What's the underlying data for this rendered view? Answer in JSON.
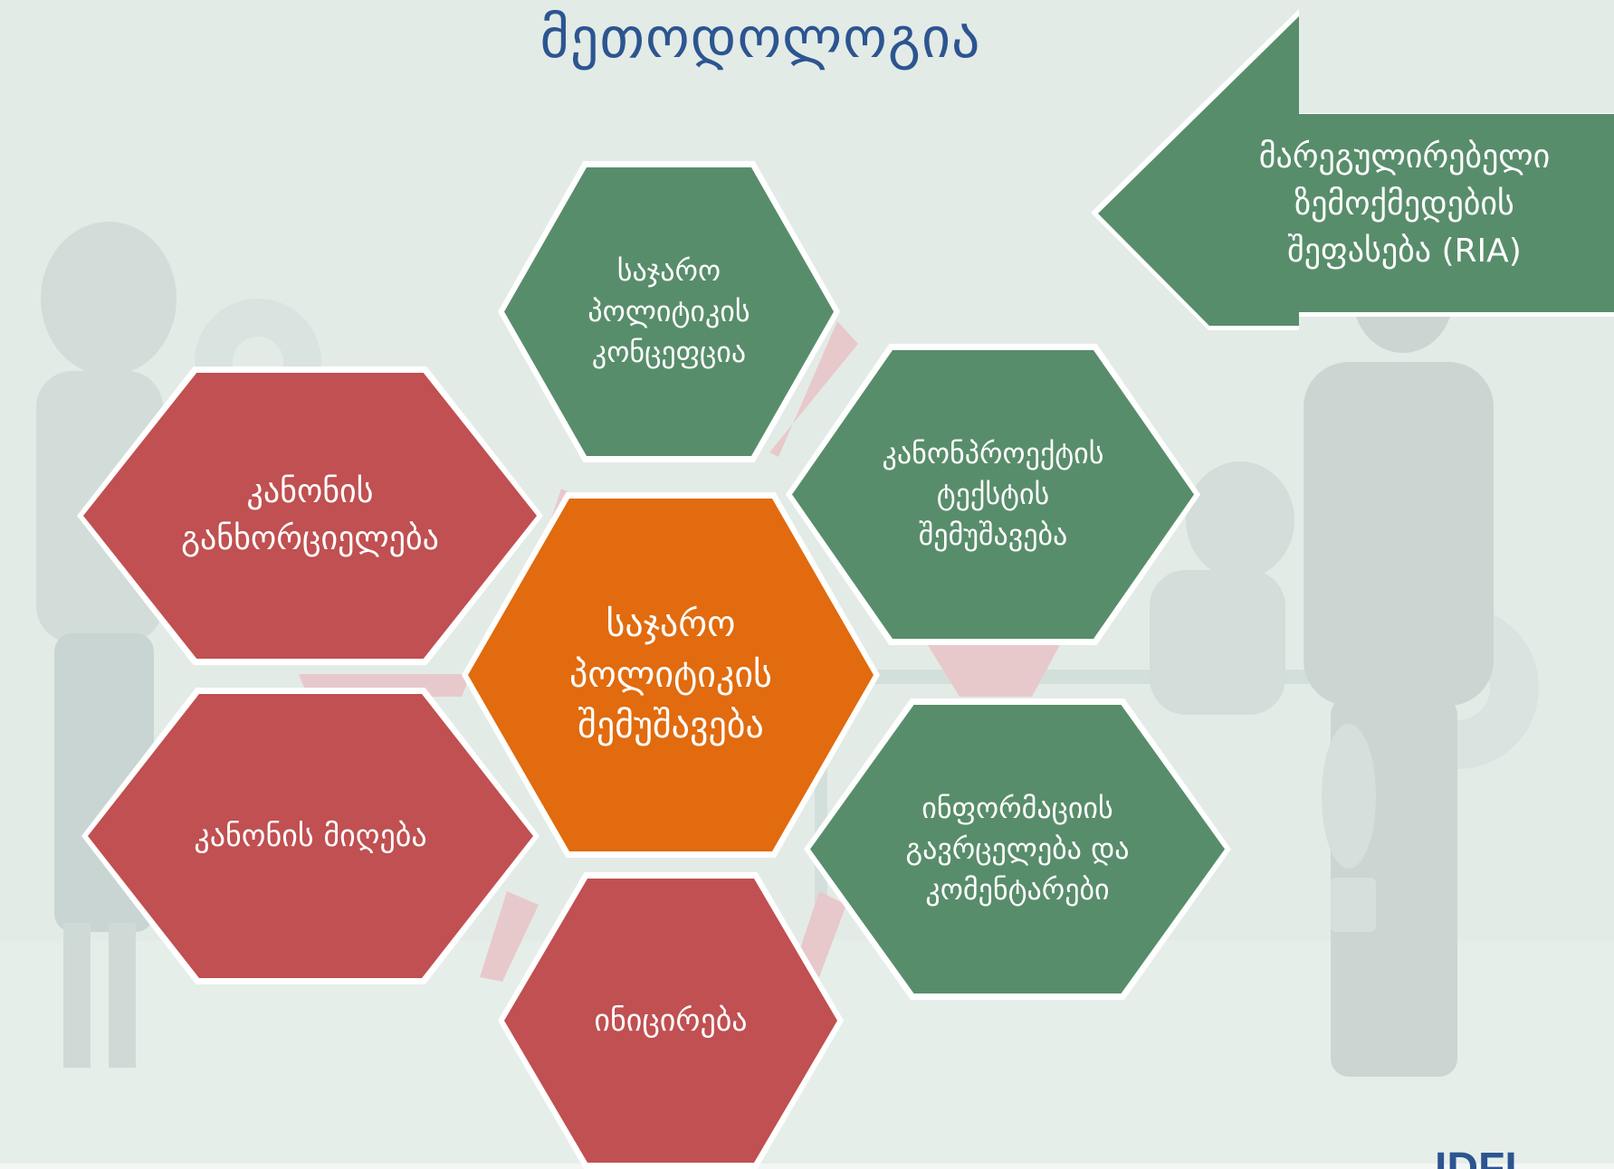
{
  "title": "მეთოდოლოგია",
  "arrow": {
    "lines": [
      "მარეგულირებელი",
      "ზემოქმედების",
      "შეფასება (RIA)"
    ],
    "color": "#588d6b"
  },
  "center": {
    "lines": [
      "საჯარო",
      "პოლიტიკის",
      "შემუშავება"
    ],
    "color": "#e16b0e"
  },
  "cycle": [
    {
      "lines": [
        "საჯარო",
        "პოლიტიკის",
        "კონცეფცია"
      ],
      "color": "#588d6b"
    },
    {
      "lines": [
        "კანონპროექტის",
        "ტექსტის",
        "შემუშავება"
      ],
      "color": "#588d6b"
    },
    {
      "lines": [
        "ინფორმაციის",
        "გავრცელება და",
        "კომენტარები"
      ],
      "color": "#588d6b"
    },
    {
      "lines": [
        "ინიცირება"
      ],
      "color": "#c05051"
    },
    {
      "lines": [
        "კანონის მიღება"
      ],
      "color": "#c05051"
    },
    {
      "lines": [
        "კანონის",
        "განხორციელება"
      ],
      "color": "#c05051"
    }
  ],
  "logo_text": "IDFI",
  "colors": {
    "background": "#e3ebe7",
    "title": "#2c5590",
    "connector": "#e8c9cb",
    "silhouette": "#cfdad6"
  }
}
